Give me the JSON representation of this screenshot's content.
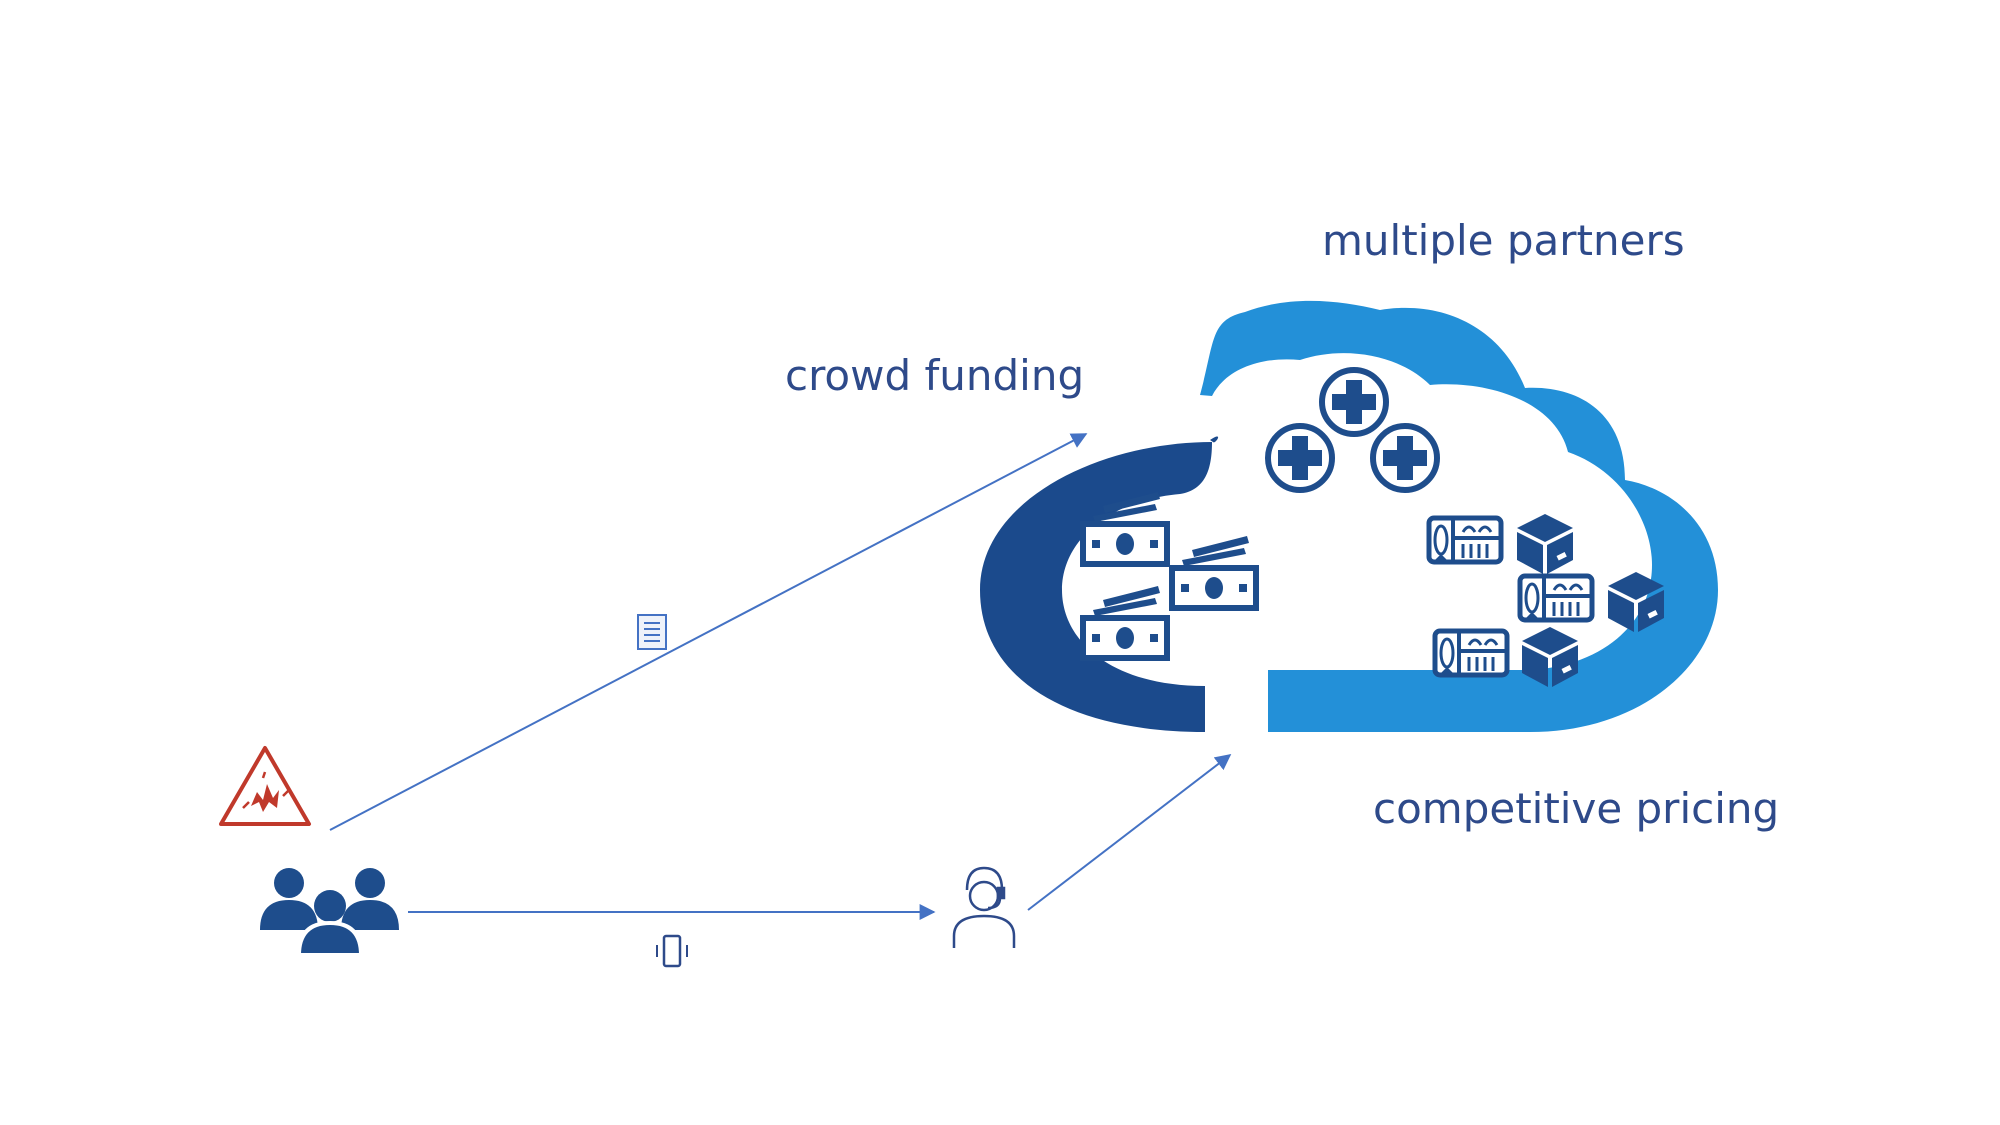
{
  "labels": {
    "multiple_partners": "multiple partners",
    "crowd_funding": "crowd funding",
    "competitive_pricing": "competitive pricing"
  },
  "colors": {
    "text": "#2e4a8a",
    "cloud_dark": "#1b4a8c",
    "cloud_light": "#2390d8",
    "icon_dark": "#1e4d8c",
    "arrow": "#4472c4",
    "alert": "#c0392b"
  },
  "icons": {
    "group": "people-group-icon",
    "alert": "warning-triangle-icon",
    "agent": "call-center-agent-icon",
    "form": "document-form-icon",
    "phone": "mobile-phone-icon",
    "money": "cash-icon",
    "medical": "medical-cross-icon",
    "food": "food-tray-icon",
    "box": "package-box-icon"
  }
}
